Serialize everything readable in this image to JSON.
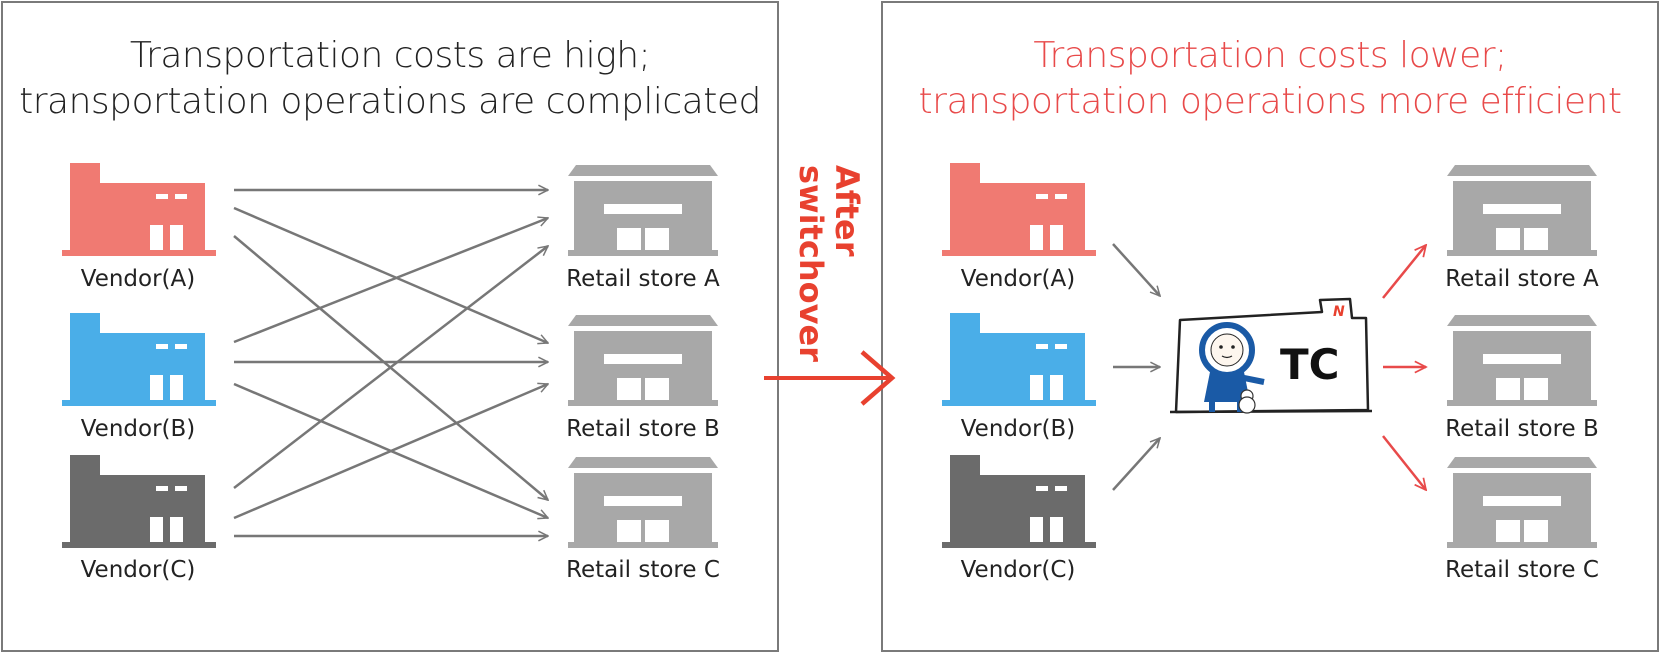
{
  "left_panel": {
    "title_line1": "Transportation costs are high;",
    "title_line2": "transportation operations are complicated"
  },
  "right_panel": {
    "title_line1": "Transportation costs lower;",
    "title_line2": "transportation operations more efficient"
  },
  "vendors": [
    {
      "label": "Vendor(A)",
      "color": "#f07a72"
    },
    {
      "label": "Vendor(B)",
      "color": "#4aaee8"
    },
    {
      "label": "Vendor(C)",
      "color": "#6b6b6b"
    }
  ],
  "stores": [
    {
      "label": "Retail store A"
    },
    {
      "label": "Retail store B"
    },
    {
      "label": "Retail store C"
    }
  ],
  "switchover": {
    "line1": "After",
    "line2": "switchover",
    "color": "#e8412f"
  },
  "tc": {
    "label": "TC"
  },
  "colors": {
    "arrow_gray": "#777777",
    "arrow_red": "#e84a4a",
    "store_gray": "#a8a8a8"
  }
}
